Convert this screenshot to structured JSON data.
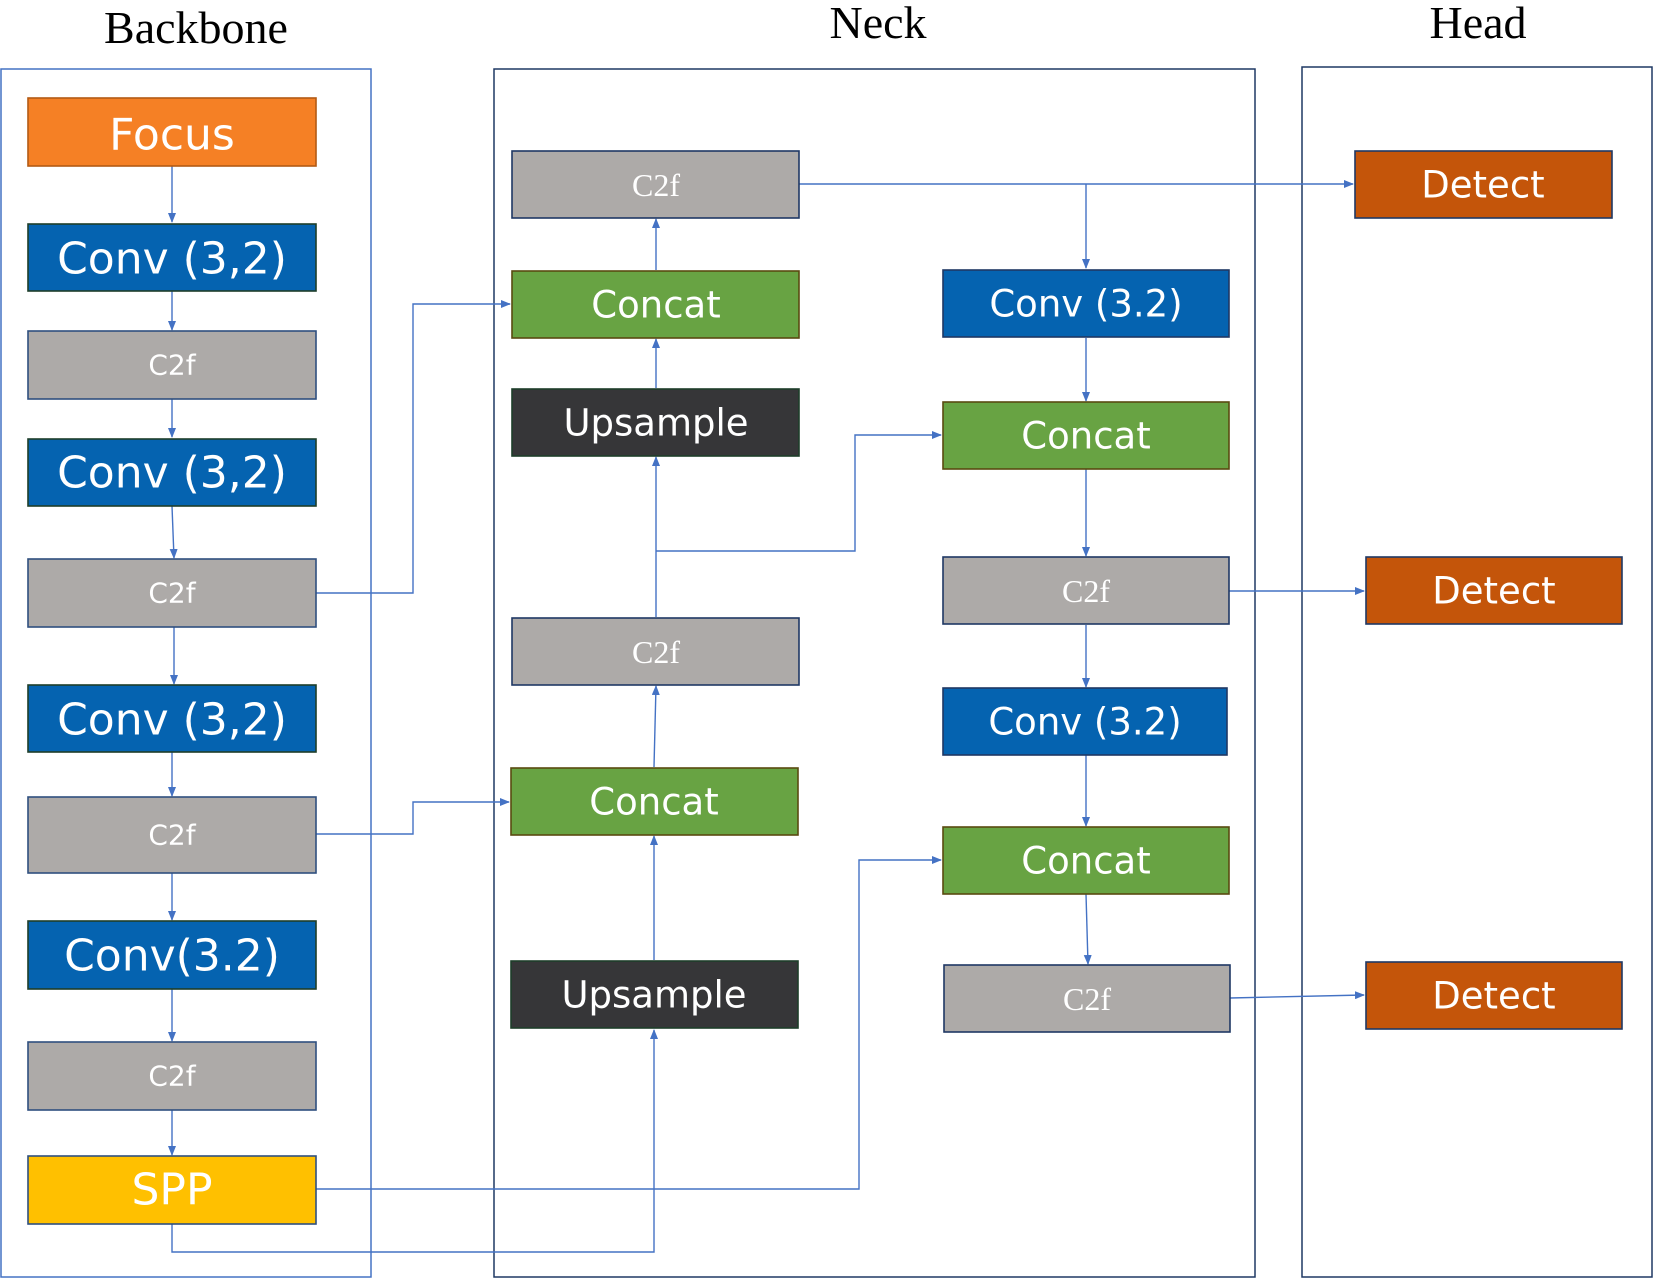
{
  "sections": {
    "backbone": {
      "title": "Backbone"
    },
    "neck": {
      "title": "Neck"
    },
    "head": {
      "title": "Head"
    }
  },
  "colors": {
    "panel_backbone": "#4472C4",
    "panel_other": "#1F3864",
    "connector": "#4472C4",
    "orange": "#F58025",
    "blue": "#0563B0",
    "gray": "#ADAAA8",
    "green": "#68A343",
    "black": "#363638",
    "yellow": "#FFC000",
    "detect": "#C4550A"
  },
  "blocks": {
    "b_focus": {
      "label": "Focus"
    },
    "b_conv1": {
      "label": "Conv (3,2)"
    },
    "b_c2f1": {
      "label": "C2f"
    },
    "b_conv2": {
      "label": "Conv (3,2)"
    },
    "b_c2f2": {
      "label": "C2f"
    },
    "b_conv3": {
      "label": "Conv (3,2)"
    },
    "b_c2f3": {
      "label": "C2f"
    },
    "b_conv4": {
      "label": "Conv(3.2)"
    },
    "b_c2f4": {
      "label": "C2f"
    },
    "b_spp": {
      "label": "SPP"
    },
    "n_c2f_top": {
      "label": "C2f"
    },
    "n_concat1": {
      "label": "Concat"
    },
    "n_upsample1": {
      "label": "Upsample"
    },
    "n_c2f_mid": {
      "label": "C2f"
    },
    "n_concat2": {
      "label": "Concat"
    },
    "n_upsample2": {
      "label": "Upsample"
    },
    "n_conv1": {
      "label": "Conv (3.2)"
    },
    "n_concat3": {
      "label": "Concat"
    },
    "n_c2f_r1": {
      "label": "C2f"
    },
    "n_conv2": {
      "label": "Conv (3.2)"
    },
    "n_concat4": {
      "label": "Concat"
    },
    "n_c2f_r2": {
      "label": "C2f"
    },
    "h_detect1": {
      "label": "Detect"
    },
    "h_detect2": {
      "label": "Detect"
    },
    "h_detect3": {
      "label": "Detect"
    }
  }
}
